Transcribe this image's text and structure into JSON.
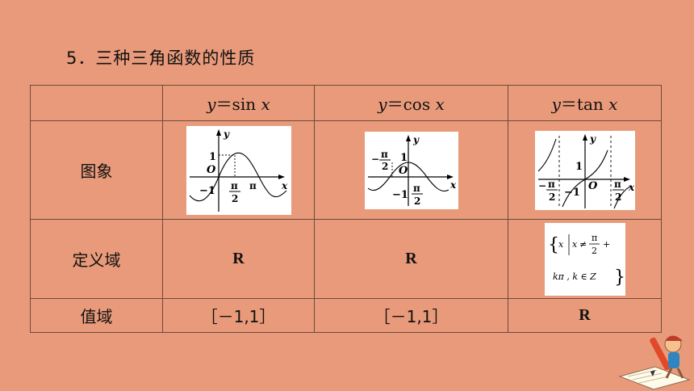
{
  "title": "5．三种三角函数的性质",
  "table": {
    "headers": [
      "",
      "y＝sin x",
      "y＝cos x",
      "y＝tan x"
    ],
    "rows": [
      {
        "label": "图象"
      },
      {
        "label": "定义域",
        "values": [
          "R",
          "R"
        ],
        "tan_domain": {
          "line1": "x ≠ π/2 +",
          "line2": "kπ , k ∈ Z",
          "var": "x"
        }
      },
      {
        "label": "值域",
        "values": [
          "［－1,1］",
          "［－1,1］",
          "R"
        ]
      }
    ]
  },
  "graphs": {
    "axis_y": "y",
    "axis_x": "x",
    "origin": "O",
    "one": "1",
    "neg_one": "−1",
    "pi": "π",
    "two": "2"
  }
}
